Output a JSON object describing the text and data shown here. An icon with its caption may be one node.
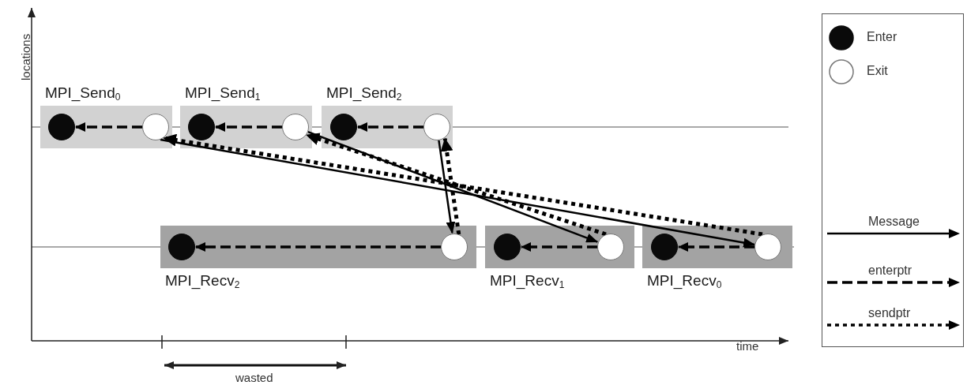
{
  "diagram": {
    "nodes": [
      {
        "text": [
          "MPI_Send$_{0}$"
        ]
      },
      {
        "text": [],
        "shape": "circle",
        "in": 0
      },
      {
        "text": [],
        "shape": "circle",
        "in": 0
      },
      {
        "text": [
          "MPI_Send$_{1}$"
        ]
      },
      {
        "text": [],
        "shape": "circle",
        "in": 3
      },
      {
        "text": [],
        "shape": "circle",
        "in": 3
      },
      {
        "text": [
          "MPI_Send$_{2}$"
        ]
      },
      {
        "text": [],
        "shape": "circle",
        "in": 6
      },
      {
        "text": [],
        "shape": "circle",
        "in": 6
      },
      {
        "text": [
          "MPI_Recv$_{2}$"
        ]
      },
      {
        "text": [],
        "shape": "circle",
        "in": 9
      },
      {
        "text": [],
        "shape": "circle",
        "in": 9
      },
      {
        "text": [
          "MPI_Recv$_{1}$"
        ]
      },
      {
        "text": [],
        "shape": "circle",
        "in": 12
      },
      {
        "text": [],
        "shape": "circle",
        "in": 12
      },
      {
        "text": [
          "MPI_Recv$_{0}$"
        ]
      },
      {
        "text": [],
        "shape": "circle",
        "in": 15
      },
      {
        "text": [],
        "shape": "circle",
        "in": 15
      }
    ],
    "edges": [
      {
        "from": 2,
        "to": 1,
        "arrow": "to",
        "style": "dashed"
      },
      {
        "from": 5,
        "to": 4,
        "arrow": "to",
        "style": "dashed"
      },
      {
        "from": 8,
        "to": 7,
        "arrow": "to",
        "style": "dashed"
      },
      {
        "from": 11,
        "to": 10,
        "arrow": "to",
        "style": "dashed"
      },
      {
        "from": 14,
        "to": 13,
        "arrow": "to",
        "style": "dashed"
      },
      {
        "from": 17,
        "to": 16,
        "arrow": "to",
        "style": "dashed"
      },
      {
        "from": 2,
        "to": 17,
        "arrow": "to"
      },
      {
        "from": 5,
        "to": 14,
        "arrow": "to"
      },
      {
        "from": 8,
        "to": 11,
        "arrow": "to"
      },
      {
        "from": 17,
        "to": 2,
        "arrow": "to",
        "style": "dashed"
      },
      {
        "from": 14,
        "to": 5,
        "arrow": "to",
        "style": "dashed"
      },
      {
        "from": 11,
        "to": 8,
        "arrow": "to",
        "style": "dashed"
      }
    ],
    "labels": [
      "locations",
      "time",
      "wasted"
    ],
    "legend": [
      {
        "text": "Enter"
      },
      {
        "text": "Exit"
      },
      {
        "text": "Message"
      },
      {
        "text": "enterptr"
      },
      {
        "text": "sendptr"
      }
    ]
  }
}
